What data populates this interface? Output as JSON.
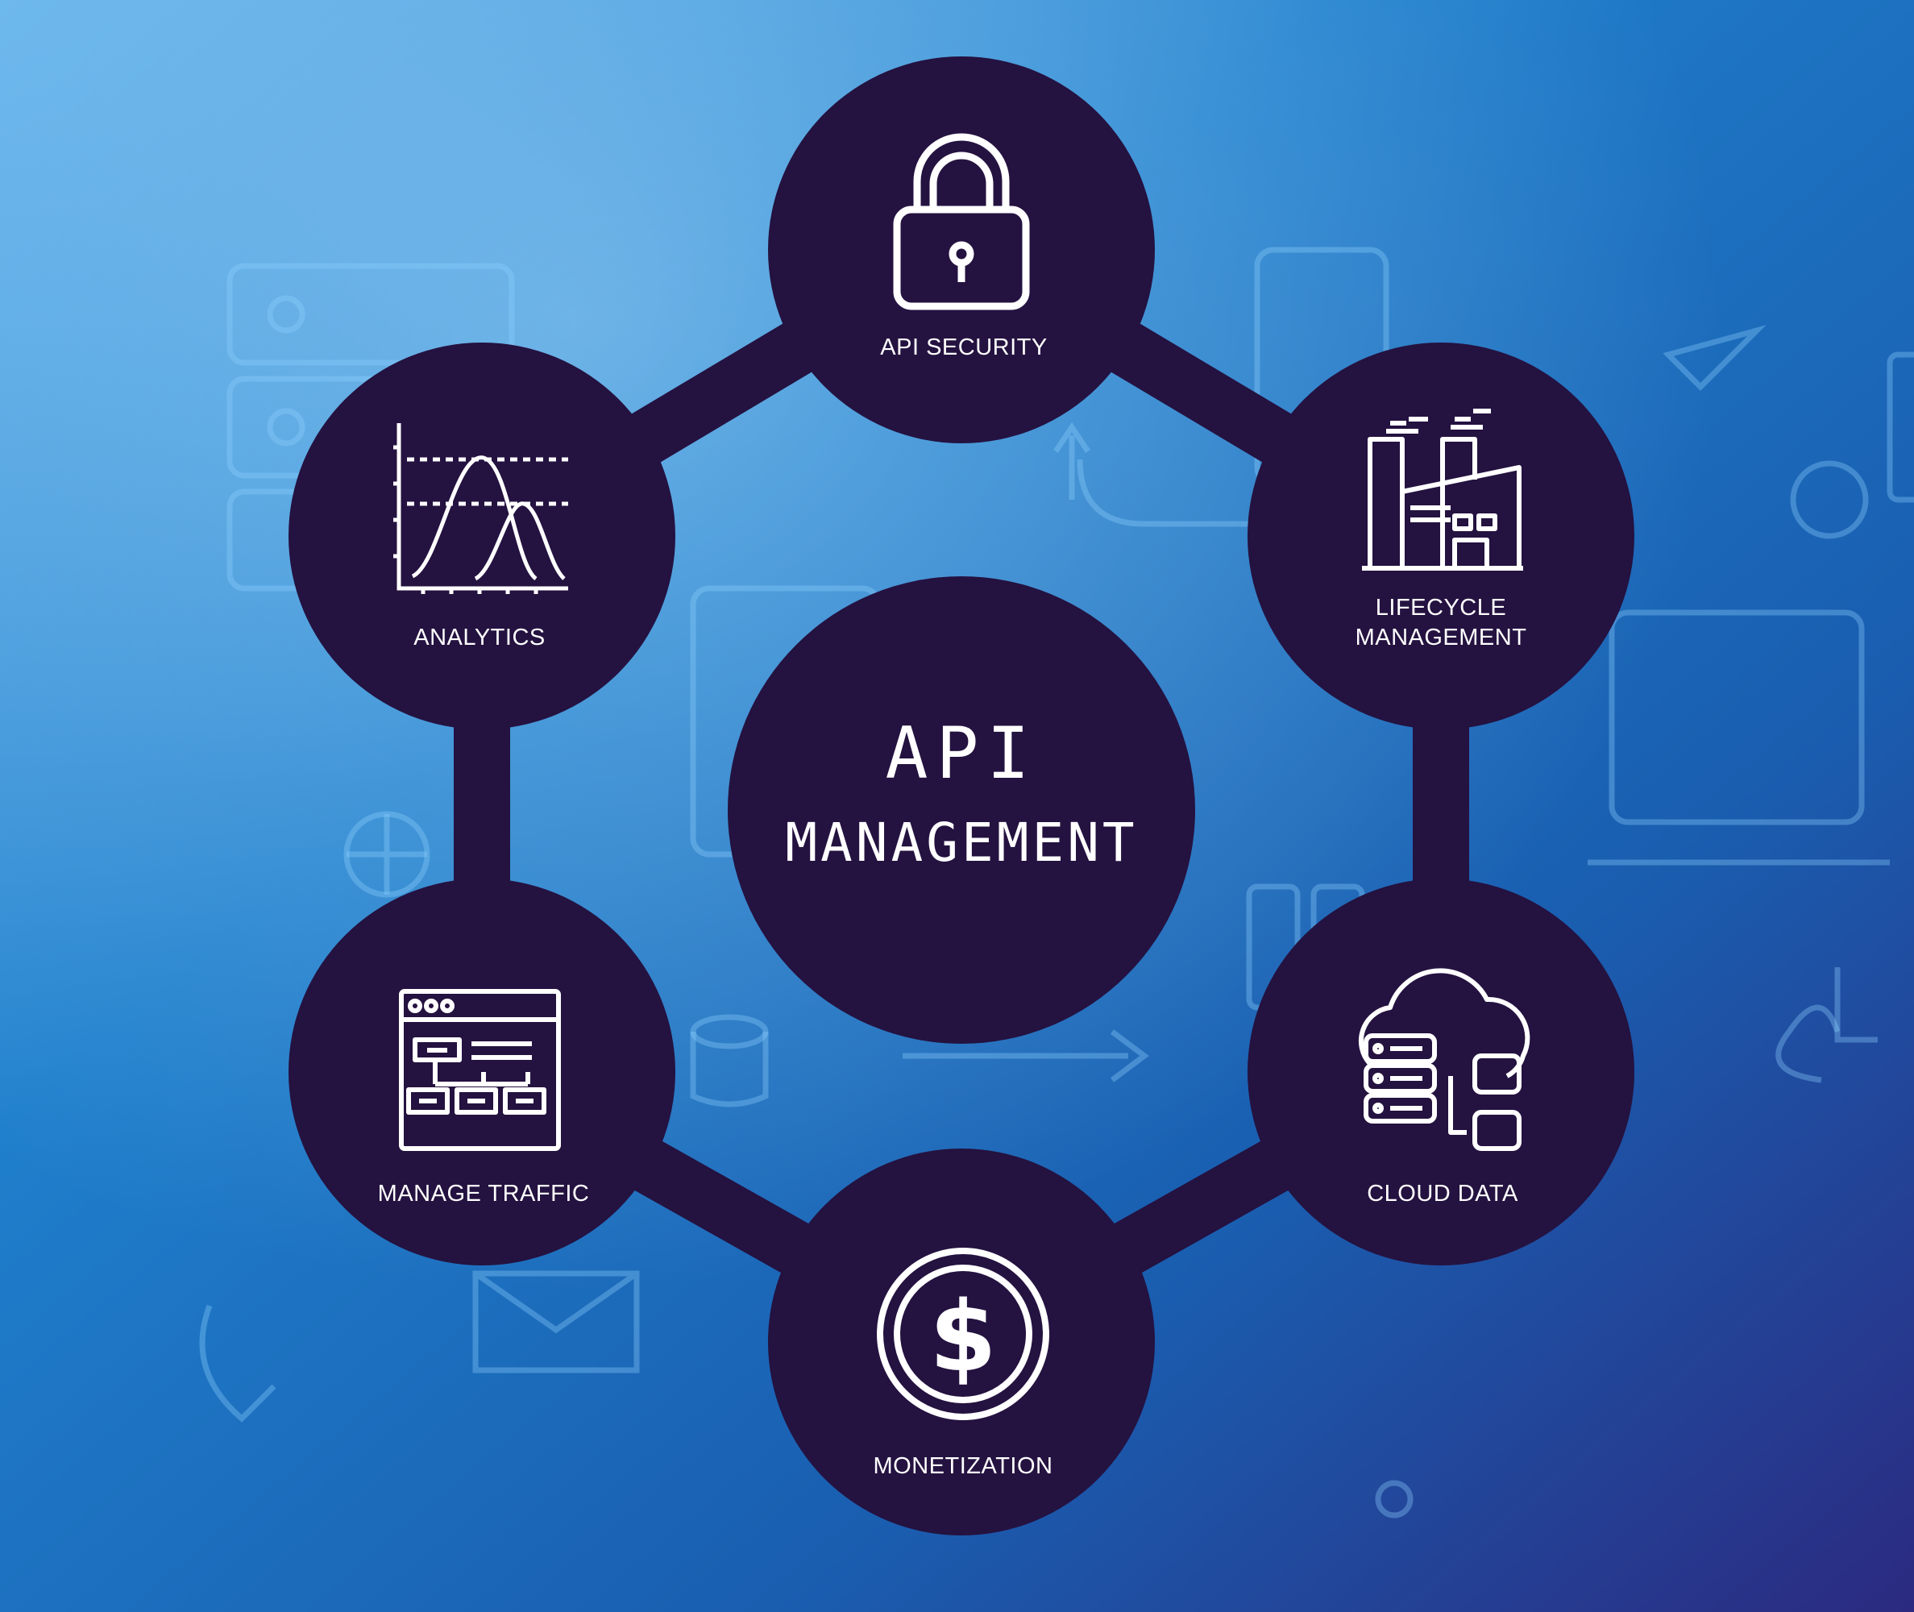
{
  "center": {
    "line1": "API",
    "line2": "MANAGEMENT"
  },
  "nodes": {
    "api_security": "API SECURITY",
    "lifecycle_line1": "LIFECYCLE",
    "lifecycle_line2": "MANAGEMENT",
    "cloud_data": "CLOUD DATA",
    "monetization": "MONETIZATION",
    "manage_traffic": "MANAGE TRAFFIC",
    "analytics": "ANALYTICS"
  },
  "colors": {
    "node_fill": "#241240",
    "background_top": "#2f8fd6",
    "background_bottom": "#2b2f86",
    "icon_stroke": "#ffffff"
  },
  "icons": {
    "api_security": "padlock-icon",
    "lifecycle": "factory-icon",
    "cloud_data": "cloud-server-icon",
    "monetization": "dollar-coin-icon",
    "manage_traffic": "browser-flow-icon",
    "analytics": "distribution-chart-icon"
  }
}
